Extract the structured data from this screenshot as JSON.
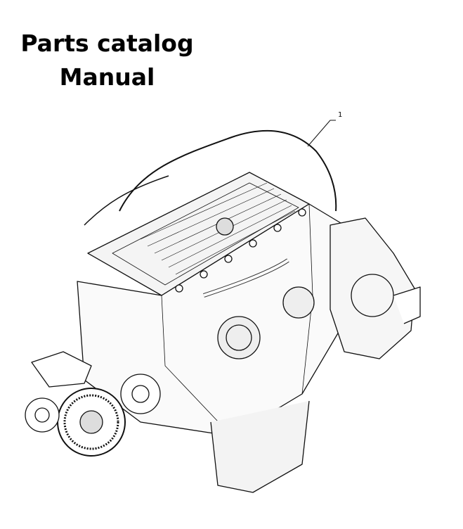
{
  "title": {
    "line1": "Parts catalog",
    "line2": "Manual"
  },
  "figure": {
    "callout_label": "1"
  }
}
